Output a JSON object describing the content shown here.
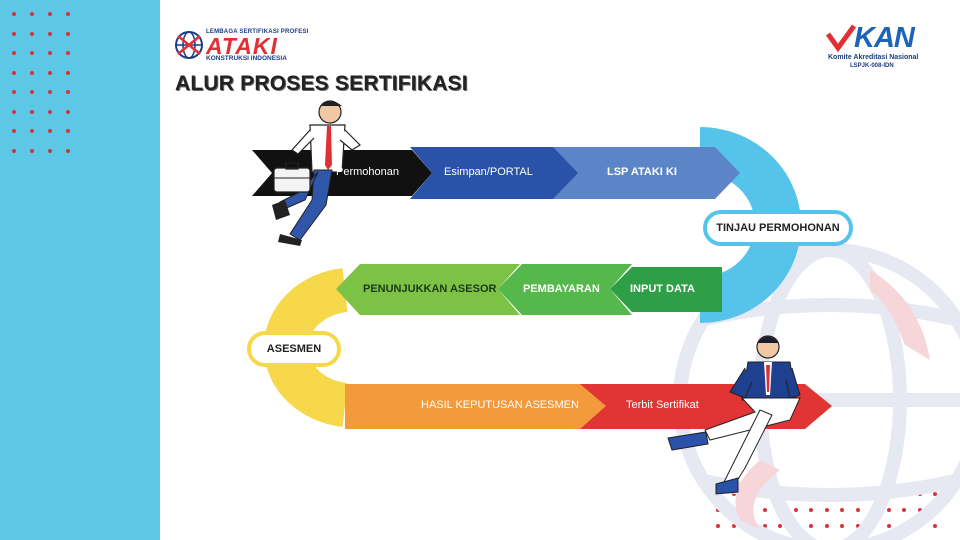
{
  "header": {
    "logo_small": "LEMBAGA SERTIFIKASI PROFESI",
    "logo_name": "ATAKI",
    "logo_sub": "KONSTRUKSI INDONESIA",
    "kan_name": "KAN",
    "kan_sub": "Komite Akreditasi Nasional",
    "kan_code": "LSPJK-008-IDN"
  },
  "title": "ALUR PROSES SERTIFIKASI",
  "steps": {
    "permohonan": "Permohonan",
    "esimpan": "Esimpan/PORTAL",
    "lsp": "LSP ATAKI KI",
    "tinjau": "TINJAU PERMOHONAN",
    "input": "INPUT DATA",
    "pembayaran": "PEMBAYARAN",
    "penunjukkan": "PENUNJUKKAN ASESOR",
    "asesmen": "ASESMEN",
    "hasil": "HASIL KEPUTUSAN ASESMEN",
    "terbit": "Terbit Sertifikat"
  },
  "colors": {
    "sidebar": "#5dc8e6",
    "row1": [
      "#111111",
      "#2a52a8",
      "#5c85c8"
    ],
    "loop_right": "#56c4ea",
    "row2": [
      "#2e9e47",
      "#55b84a",
      "#7cc244"
    ],
    "loop_left": "#f7d84a",
    "row3": [
      "#f39a3d",
      "#e13434"
    ]
  }
}
